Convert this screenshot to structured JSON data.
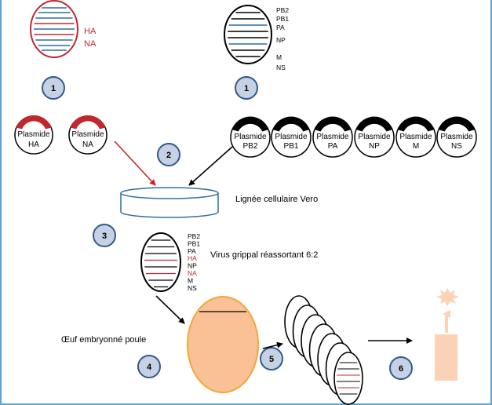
{
  "colors": {
    "red": "#c0282e",
    "blue": "#2f6f9f",
    "black": "#000000",
    "step_fill": "#c6d2e3",
    "step_stroke": "#30588f",
    "egg_fill": "#f9c195",
    "egg_stroke": "#f2a73a",
    "vial_fill": "#fbd2b6",
    "border": "#5ba3d0"
  },
  "steps": [
    "1",
    "1",
    "2",
    "3",
    "4",
    "5",
    "6"
  ],
  "virus_left": {
    "segments": [
      "HA",
      "NA"
    ]
  },
  "virus_right": {
    "segments": [
      "PB2",
      "PB1",
      "PA",
      "NP",
      "M",
      "NS"
    ]
  },
  "plasmids": {
    "word": "Plasmide",
    "red": [
      "HA",
      "NA"
    ],
    "black": [
      "PB2",
      "PB1",
      "PA",
      "NP",
      "M",
      "NS"
    ]
  },
  "labels": {
    "cell_line": "Lignée cellulaire Vero",
    "reassortant": "Virus grippal réassortant 6:2",
    "egg": "Œuf embryonné poule"
  },
  "reassortant_segments": [
    {
      "name": "PB2",
      "red": false
    },
    {
      "name": "PB1",
      "red": false
    },
    {
      "name": "PA",
      "red": false
    },
    {
      "name": "HA",
      "red": true
    },
    {
      "name": "NP",
      "red": false
    },
    {
      "name": "NA",
      "red": true
    },
    {
      "name": "M",
      "red": false
    },
    {
      "name": "NS",
      "red": false
    }
  ]
}
